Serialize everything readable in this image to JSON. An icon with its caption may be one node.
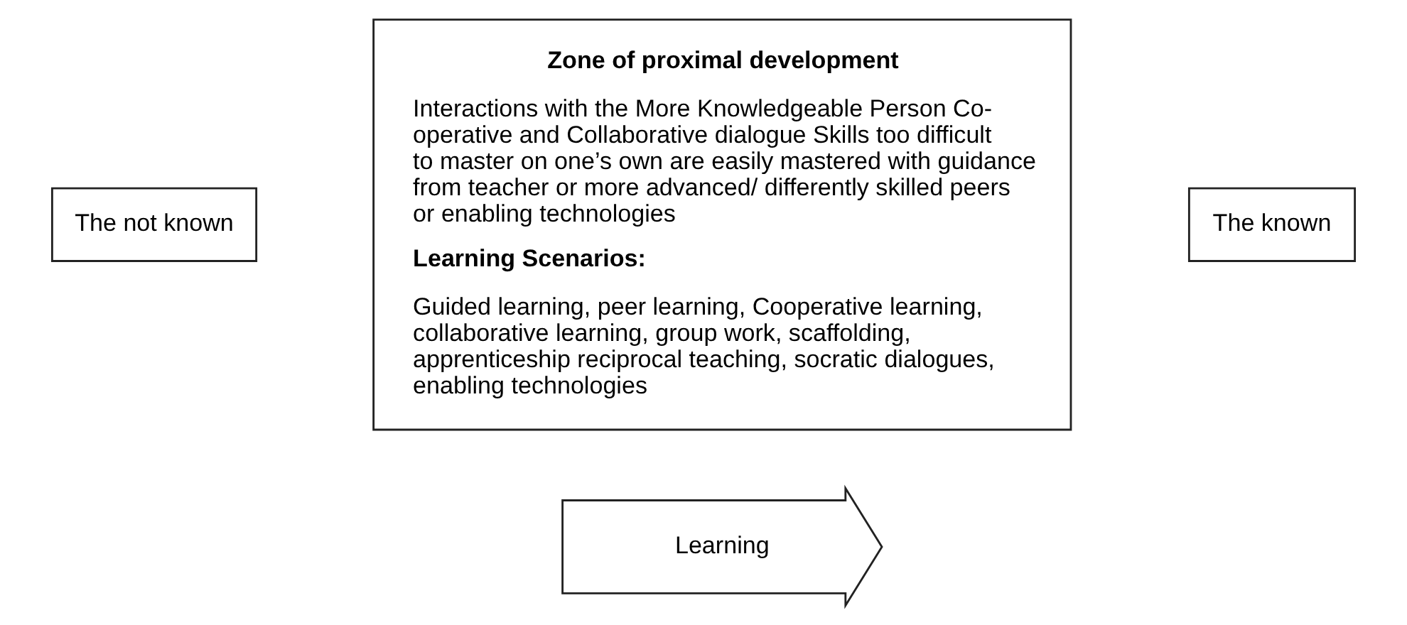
{
  "diagram": {
    "nodes": [
      {
        "text": [
          "The not known"
        ]
      },
      {
        "text": [
          "Zone of proximal development",
          "Interactions with the More Knowledgeable Person Co-operative and Collaborative dialogue Skills too difficult to master on one’s own are easily mastered with guidance from teacher or more advanced/ differently skilled peers or enabling technologies",
          "Learning Scenarios:",
          "Guided learning, peer learning, Cooperative learning, collaborative learning, group work, scaffolding, apprenticeship reciprocal teaching, socratic dialogues, enabling technologies"
        ]
      },
      {
        "text": [
          "The known"
        ]
      },
      {
        "text": [
          "Learning"
        ]
      }
    ],
    "edges": []
  }
}
